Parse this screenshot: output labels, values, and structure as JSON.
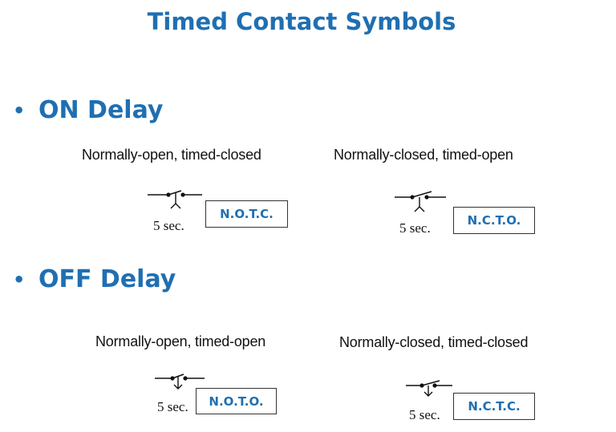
{
  "title": "Timed Contact Symbols",
  "bullet_glyph": "•",
  "sections": [
    {
      "heading": "ON Delay",
      "symbols": [
        {
          "description": "Normally-open, timed-closed",
          "timer": "5 sec.",
          "abbr": "N.O.T.C."
        },
        {
          "description": "Normally-closed, timed-open",
          "timer": "5 sec.",
          "abbr": "N.C.T.O."
        }
      ]
    },
    {
      "heading": "OFF Delay",
      "symbols": [
        {
          "description": "Normally-open, timed-open",
          "timer": "5 sec.",
          "abbr": "N.O.T.O."
        },
        {
          "description": "Normally-closed, timed-closed",
          "timer": "5 sec.",
          "abbr": "N.C.T.C."
        }
      ]
    }
  ],
  "colors": {
    "accent": "#1f6fb2",
    "text": "#111111",
    "line": "#111111"
  }
}
